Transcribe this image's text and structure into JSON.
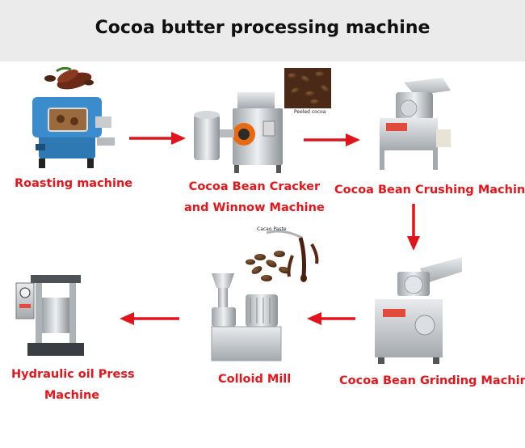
{
  "title": "Cocoa butter processing machine",
  "colors": {
    "label": "#e8141a",
    "arrow": "#e0141a",
    "header_bg": "#ebebeb"
  },
  "steps": [
    {
      "label": "Roasting machine",
      "icon": "roasting-machine-icon"
    },
    {
      "label": "Cocoa Bean Cracker",
      "label_line2": "and Winnow Machine",
      "icon": "cracker-winnower-icon"
    },
    {
      "label": "Cocoa Bean Crushing Machine",
      "icon": "crushing-machine-icon"
    },
    {
      "label": "Cocoa Bean Grinding Machine",
      "icon": "grinding-machine-icon"
    },
    {
      "label": "Colloid Mill",
      "icon": "colloid-mill-icon"
    },
    {
      "label": "Hydraulic oil Press",
      "label_line2": "Machine",
      "icon": "hydraulic-press-icon"
    }
  ],
  "inset_captions": {
    "cocoa_nibs": "Peeled cocoa",
    "cacao_paste": "Cacao Paste"
  }
}
